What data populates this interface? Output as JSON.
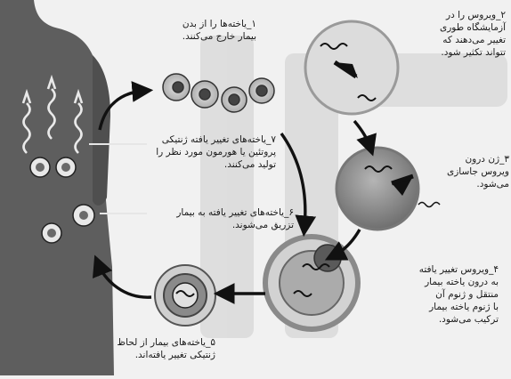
{
  "steps": [
    {
      "id": "step-1",
      "text": "۱_یاخته‌ها را از بدن\nبیمار خارج می‌کنند."
    },
    {
      "id": "step-2",
      "text": "۲_ویروس را در\nآزمایشگاه طوری\nتغییر می‌دهند که\nتتواند تکثیر شود."
    },
    {
      "id": "step-3",
      "text": "۳_ژن درون\nویروس جاسازی\nمی‌شود."
    },
    {
      "id": "step-4",
      "text": "۴_ویروس تغییر یافته\nبه درون یاخته بیمار\nمنتقل و ژنوم آن\nبا ژنوم یاخته بیمار\nترکیب می‌شود."
    },
    {
      "id": "step-5",
      "text": "۵_یاخته‌های بیمار از لحاظ\nژنتیکی تغییر یافته‌اند."
    },
    {
      "id": "step-6",
      "text": "۶_یاخته‌های تغییر یافته به بیمار\nتزریق می‌شوند."
    },
    {
      "id": "step-7",
      "text": "۷_یاخته‌های تغییر یافته ژنتیکی\nپروتئین یا هورمون مورد نظر را\nتولید می‌کنند."
    }
  ],
  "colors": {
    "background": "#f1f1f1",
    "silhouette": "#5e5e5e",
    "arrow": "#111111",
    "membrane": "#8a8a8a",
    "cytoplasm": "#c9c9c9",
    "nucleus": "#4a4a4a"
  }
}
